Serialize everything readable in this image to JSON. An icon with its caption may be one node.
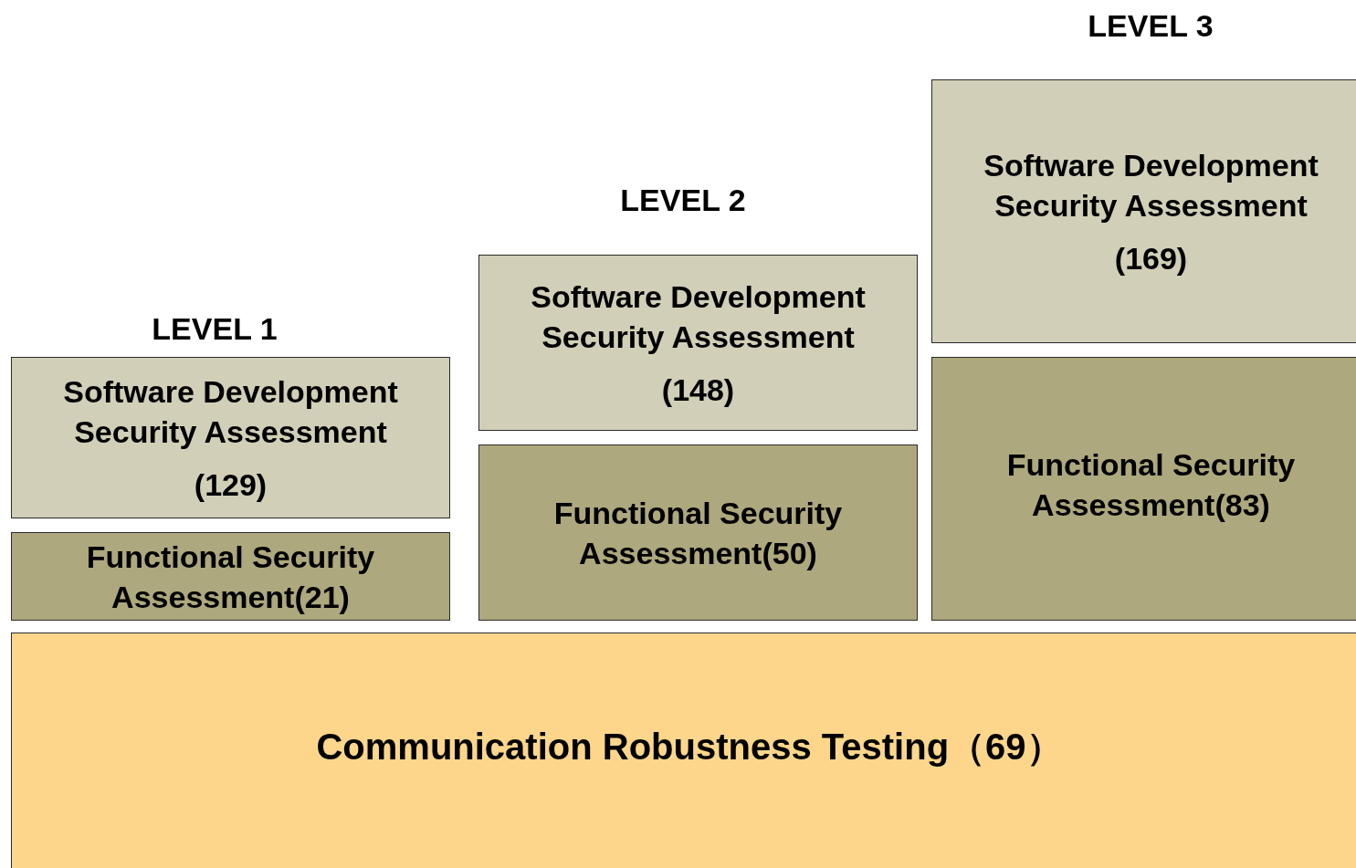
{
  "diagram": {
    "nodes": [
      {
        "text": [
          "Software Development Security Assessment",
          "(129)"
        ]
      },
      {
        "text": [
          "Functional Security Assessment(21)"
        ]
      },
      {
        "text": [
          "Software Development Security Assessment",
          "(148)"
        ]
      },
      {
        "text": [
          "Functional Security Assessment(50)"
        ]
      },
      {
        "text": [
          "Software Development Security Assessment",
          "(169)"
        ]
      },
      {
        "text": [
          "Functional Security Assessment(83)"
        ]
      },
      {
        "text": [
          "Communication Robustness Testing（69）"
        ]
      }
    ],
    "labels": [
      "LEVEL 3",
      "LEVEL 2",
      "LEVEL 1"
    ]
  }
}
